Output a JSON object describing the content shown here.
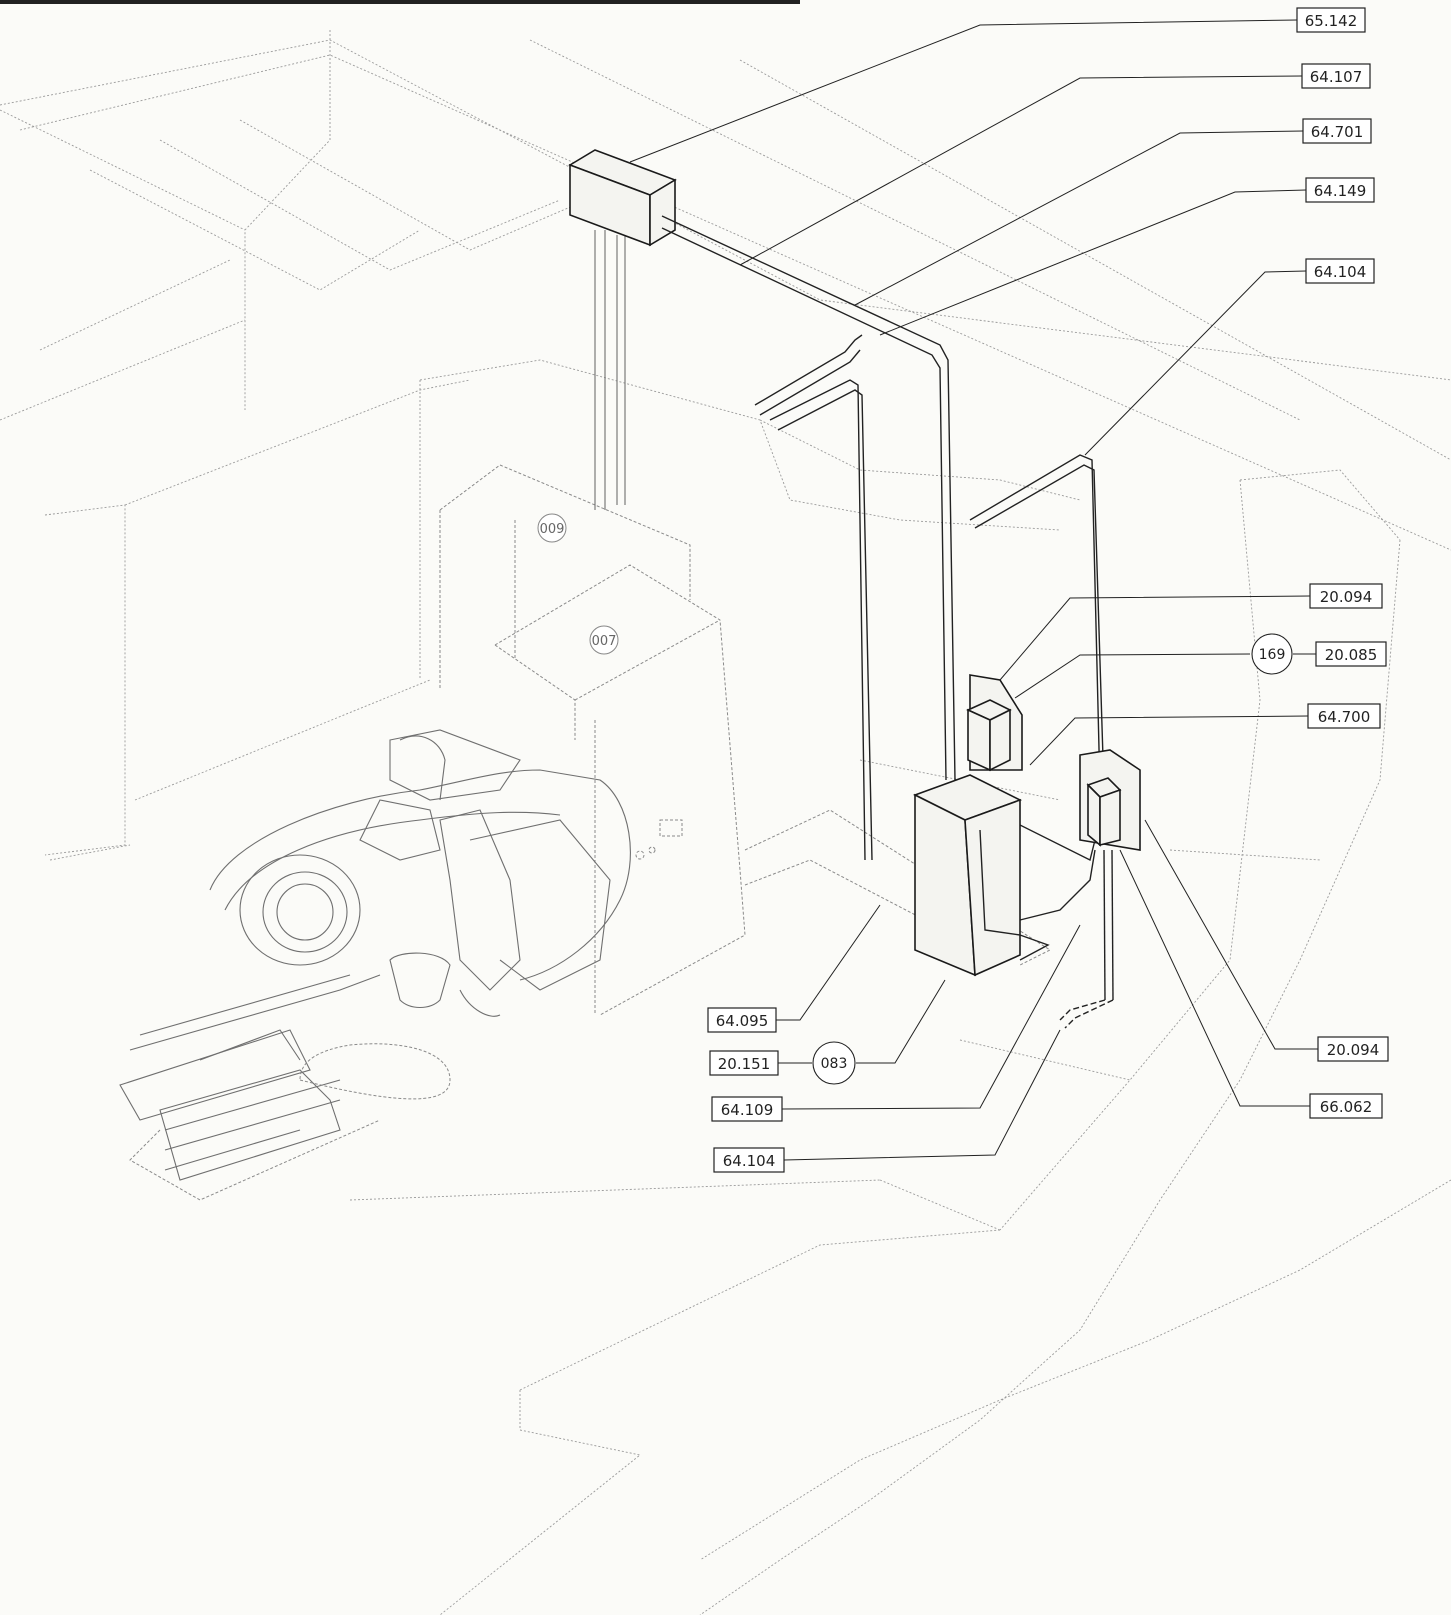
{
  "callouts_right": [
    {
      "id": "65.142"
    },
    {
      "id": "64.107"
    },
    {
      "id": "64.701"
    },
    {
      "id": "64.149"
    },
    {
      "id": "64.104"
    },
    {
      "id": "20.094"
    },
    {
      "id": "20.085",
      "marker": "169"
    },
    {
      "id": "64.700"
    },
    {
      "id": "20.094"
    },
    {
      "id": "66.062"
    }
  ],
  "callouts_left": [
    {
      "id": "64.095"
    },
    {
      "id": "20.151",
      "marker": "083"
    },
    {
      "id": "64.109"
    },
    {
      "id": "64.104"
    }
  ],
  "equipment_markers": [
    "009",
    "007"
  ]
}
